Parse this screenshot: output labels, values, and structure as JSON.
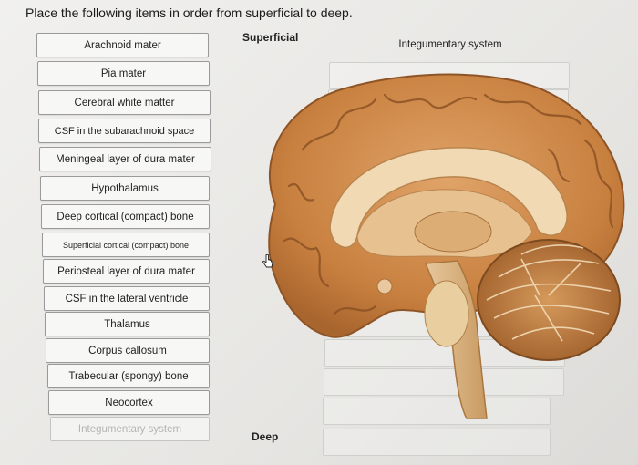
{
  "instruction": "Place the following items in order from superficial to deep.",
  "labels": {
    "superficial": "Superficial",
    "deep": "Deep"
  },
  "source_items": [
    "Arachnoid mater",
    "Pia mater",
    "Cerebral white matter",
    "CSF in the subarachnoid space",
    "Meningeal layer of dura mater",
    "Hypothalamus",
    "Deep cortical (compact) bone",
    "Superficial cortical (compact) bone",
    "Periosteal layer of dura mater",
    "CSF in the lateral ventricle",
    "Thalamus",
    "Corpus callosum",
    "Trabecular (spongy) bone",
    "Neocortex",
    "Integumentary system"
  ],
  "ordered_slots": [
    "Integumentary system",
    "",
    "",
    "",
    "",
    "",
    "",
    "",
    "",
    "",
    "",
    "",
    "",
    "",
    ""
  ],
  "colors": {
    "box_border": "#9a9a9a",
    "box_bg": "#f7f7f6",
    "faded_text": "#b5b5b5",
    "brain_cortex": "#d18b4b",
    "brain_white": "#f1d9b3",
    "cerebellum": "#b8743c"
  },
  "icons": {
    "cursor": "hand-pointer-icon"
  }
}
